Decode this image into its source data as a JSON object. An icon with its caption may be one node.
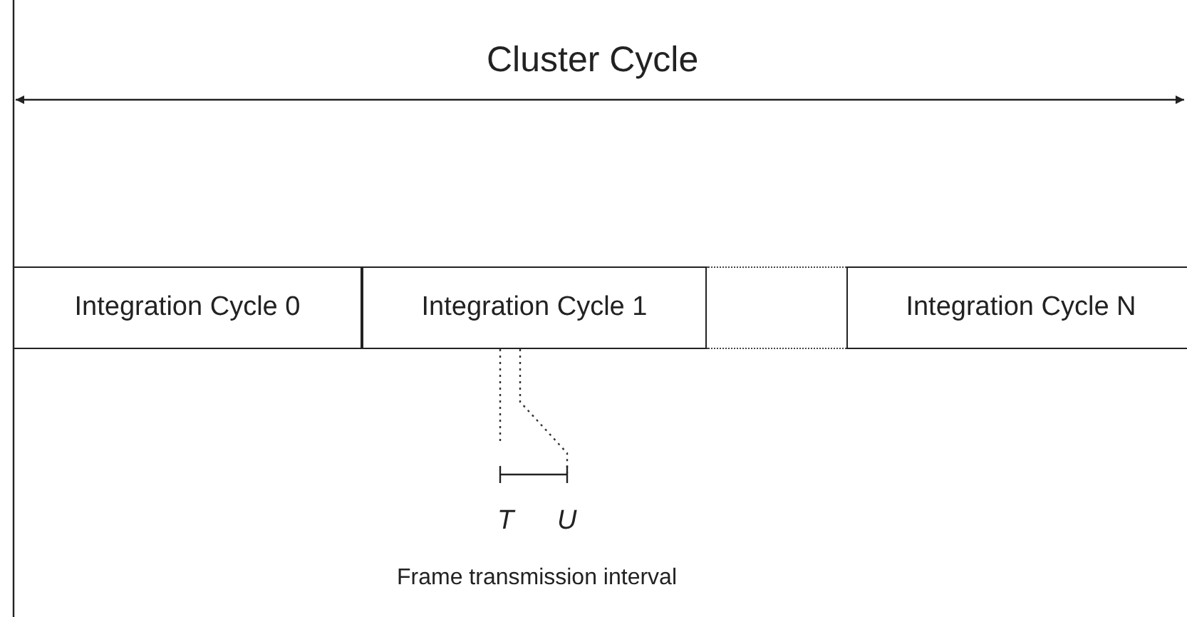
{
  "diagram": {
    "nodes": [
      {
        "text": [
          "Integration Cycle 0"
        ]
      },
      {
        "text": [
          "Integration Cycle 1"
        ]
      },
      {
        "text": [],
        "shape": "box"
      },
      {
        "text": [
          "Integration Cycle N"
        ]
      }
    ],
    "labels": [
      "Cluster Cycle",
      "T",
      "U",
      "Frame transmission interval"
    ]
  }
}
